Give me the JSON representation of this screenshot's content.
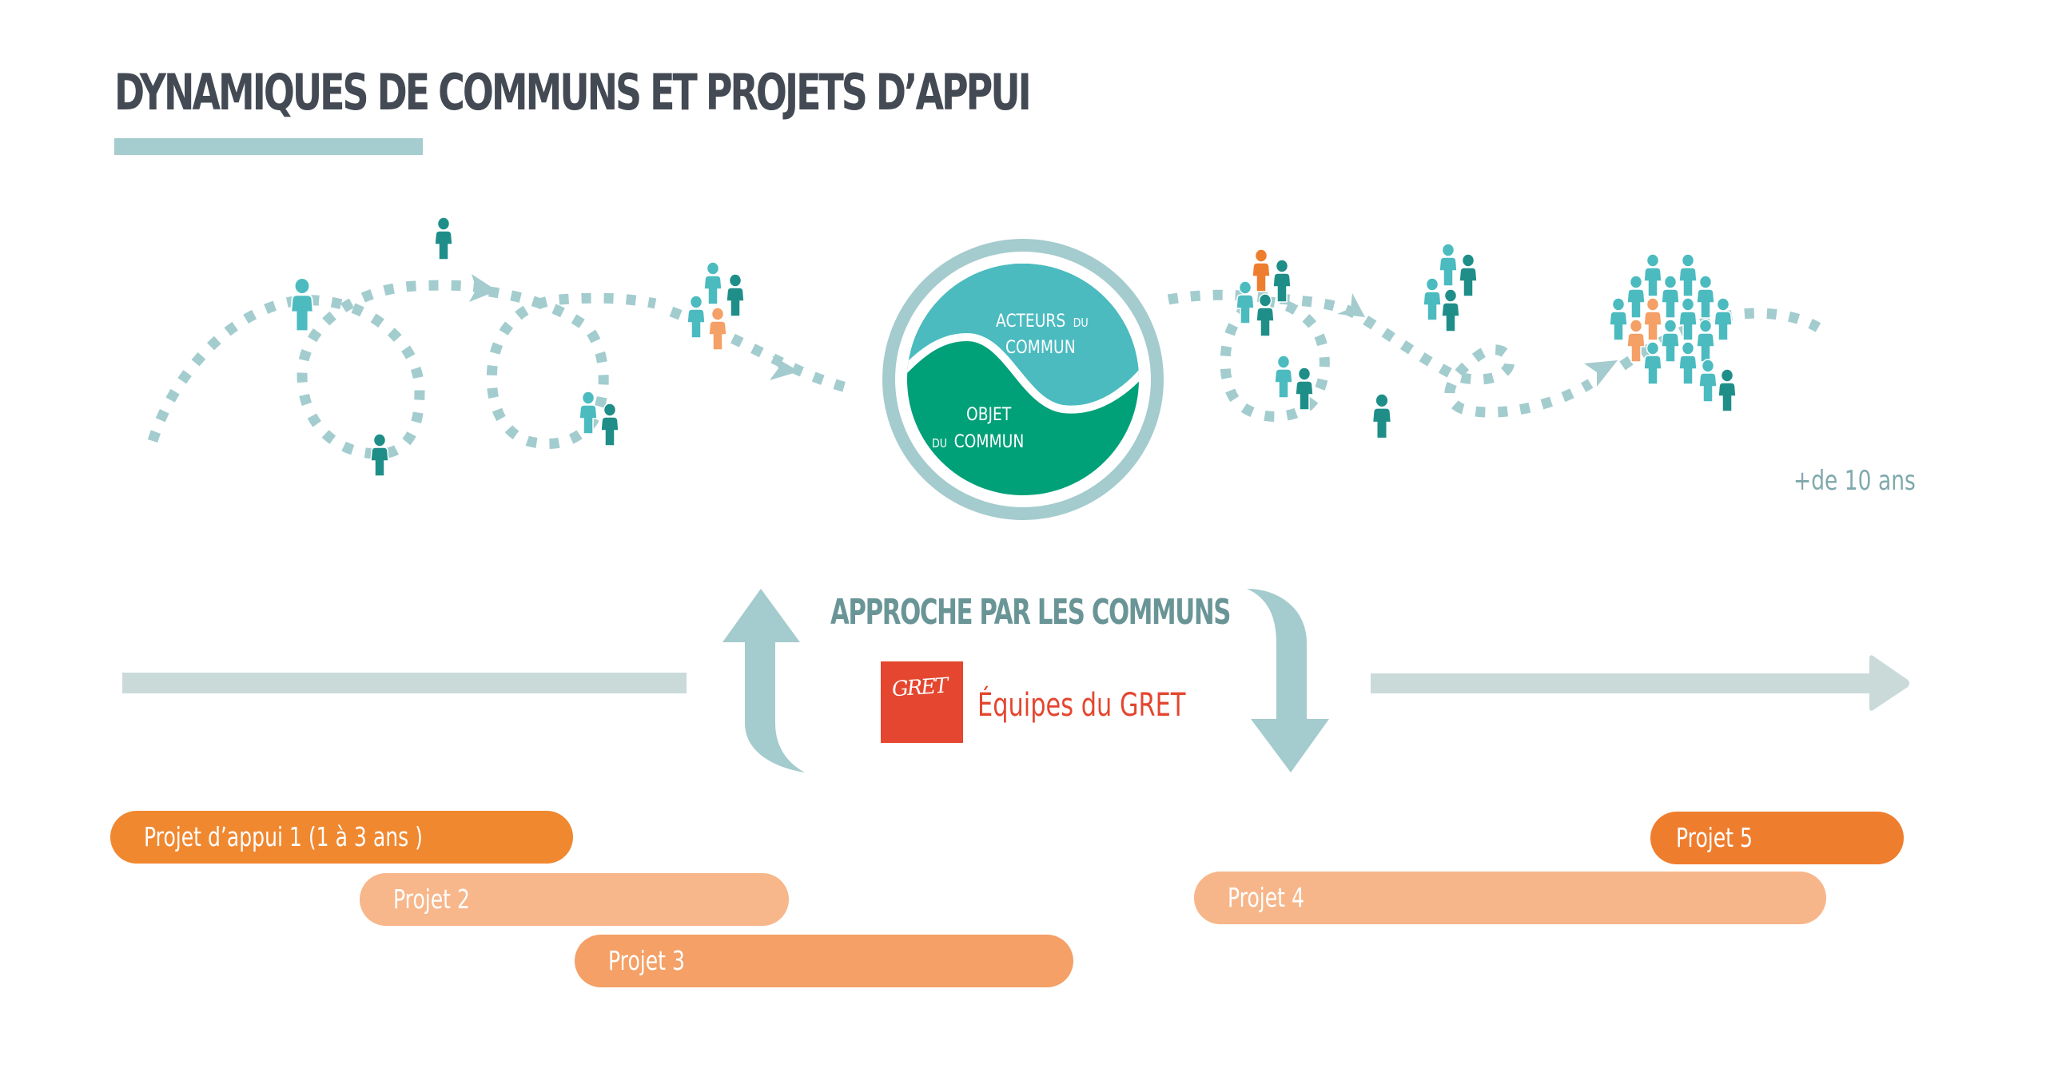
{
  "title": "DYNAMIQUES DE COMMUNS ET PROJETS D’APPUI",
  "colors": {
    "title": "#434a54",
    "accent_bar": "#a5cccf",
    "path_dots": "#a3ccce",
    "arrow_light": "#c9dad9",
    "arrow_loop": "#a4cbcd",
    "person_cyan": "#4bbbc0",
    "person_teal": "#1f8e88",
    "person_orange": "#ef7d2e",
    "person_light_orange": "#f4a066",
    "circle_ring": "#a4cbcd",
    "acteurs_fill": "#4bbbc0",
    "objet_fill": "#00a078",
    "approach_text": "#6a9597",
    "gret_red": "#e4462f",
    "duration_text": "#7fa9ad"
  },
  "commun_circle": {
    "acteurs_line1": "ACTEURS",
    "acteurs_small": "DU",
    "acteurs_line2": "COMMUN",
    "objet_line1": "OBJET",
    "objet_small": "DU",
    "objet_line2": "COMMUN"
  },
  "duration_label": "+de 10 ans",
  "approach": {
    "title": "APPROCHE PAR  LES COMMUNS",
    "logo_text": "GRET",
    "teams_label": "Équipes du GRET"
  },
  "projects": [
    {
      "label": "Projet d’appui 1  (1 à 3 ans )",
      "color": "#f08830"
    },
    {
      "label": "Projet 2",
      "color": "#f7b78a"
    },
    {
      "label": "Projet 3",
      "color": "#f4a066"
    },
    {
      "label": "Projet 4",
      "color": "#f7b68a"
    },
    {
      "label": "Projet 5",
      "color": "#ef7d2e"
    }
  ]
}
